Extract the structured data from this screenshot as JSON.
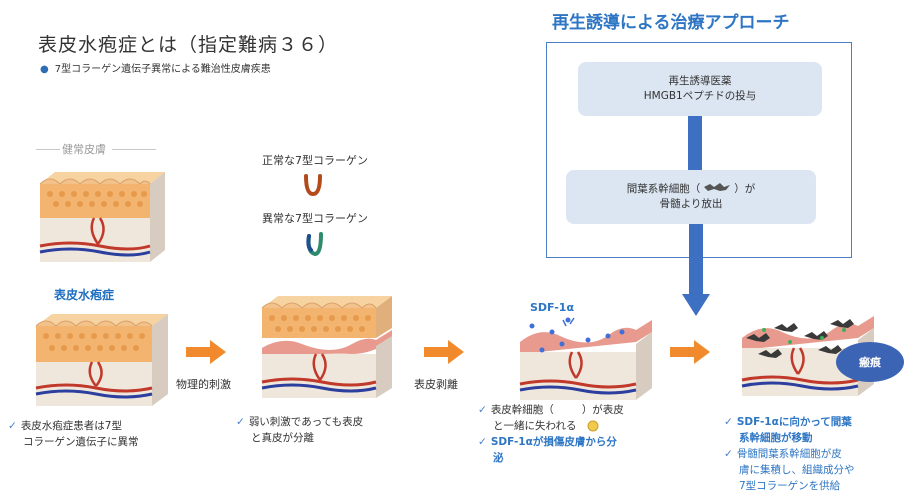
{
  "header": {
    "title": "表皮水疱症とは（指定難病３６）",
    "subtitle": "7型コラーゲン遺伝子異常による難治性皮膚疾患"
  },
  "left": {
    "healthy_skin_label": "健常皮膚",
    "eb_label": "表皮水疱症"
  },
  "collagen": {
    "normal_label": "正常な7型コラーゲン",
    "abnormal_label": "異常な7型コラーゲン"
  },
  "approach": {
    "title": "再生誘導による治療アプローチ",
    "box1_line1": "再生誘導医薬",
    "box1_line2": "HMGB1ペプチドの投与",
    "box2_line1a": "間葉系幹細胞（",
    "box2_line1b": "）が",
    "box2_line2": "骨髄より放出"
  },
  "flow": {
    "arrow1_label": "物理的刺激",
    "arrow2_label": "表皮剥離",
    "sdf_label": "SDF-1α",
    "scarring_label": "瘢痕"
  },
  "captions": {
    "c1_line1": "表皮水疱症患者は7型",
    "c1_line2": "コラーゲン遺伝子に異常",
    "c2_line1": "弱い刺激であっても表皮",
    "c2_line2": "と真皮が分離",
    "c3_line1a": "表皮幹細胞（",
    "c3_line1b": "）が表皮",
    "c3_line2": "と一緒に失われる",
    "c3_line3": "SDF-1αが損傷皮膚から分",
    "c3_line4": "泌",
    "c4_line1": "SDF-1αに向かって間葉",
    "c4_line2": "系幹細胞が移動",
    "c4_line3": "骨髄間葉系幹細胞が皮",
    "c4_line4": "膚に集積し、組織成分や",
    "c4_line5": "7型コラーゲンを供給"
  },
  "colors": {
    "accent_blue": "#2e76c4",
    "arrow_orange": "#f08a2c",
    "skin_top": "#f3c28a",
    "dermis_pink": "#e89a8e"
  }
}
